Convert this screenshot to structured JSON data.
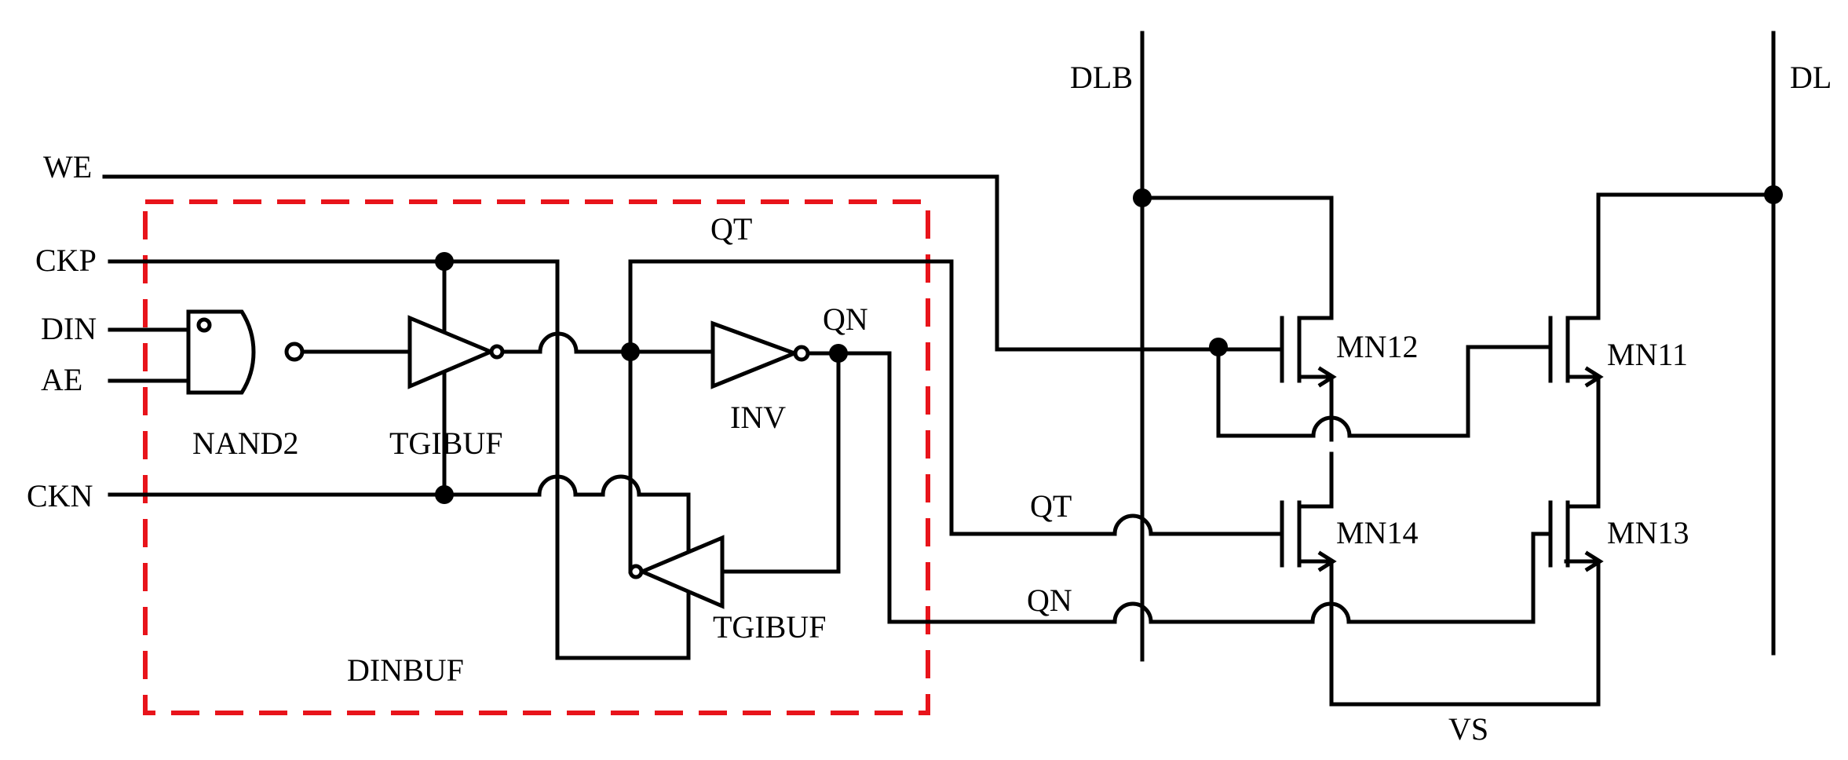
{
  "signals": {
    "we": "WE",
    "ckp": "CKP",
    "din": "DIN",
    "ae": "AE",
    "ckn": "CKN",
    "qt_top": "QT",
    "qn_top": "QN",
    "qt_mid": "QT",
    "qn_bottom": "QN",
    "dlb": "DLB",
    "dl": "DL",
    "vs": "VS"
  },
  "components": {
    "nand2": "NAND2",
    "tgibuf_1": "TGIBUF",
    "inv": "INV",
    "tgibuf_2": "TGIBUF",
    "block": "DINBUF",
    "mn12": "MN12",
    "mn11": "MN11",
    "mn14": "MN14",
    "mn13": "MN13"
  },
  "colors": {
    "wire": "#000000",
    "block_outline": "#e8141b"
  }
}
